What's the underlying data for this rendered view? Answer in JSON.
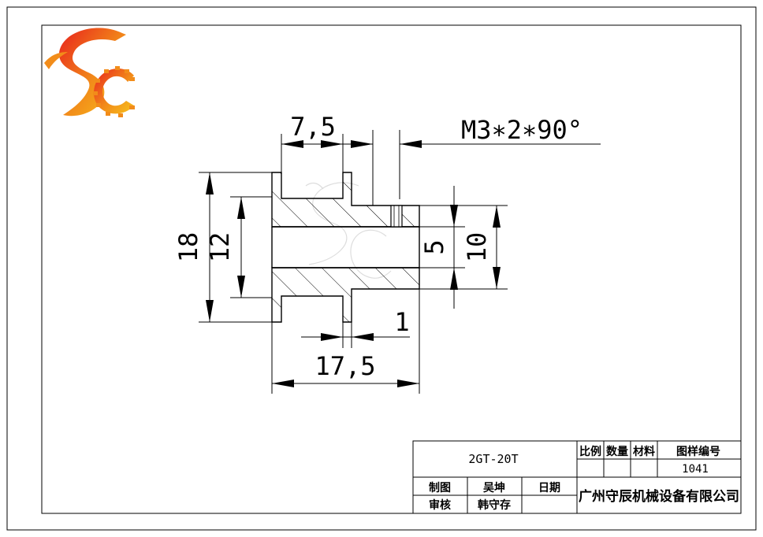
{
  "drawing": {
    "dimensions": {
      "flange_width": "7,5",
      "set_screw": "M3∗2∗90°",
      "outer_diameter": "18",
      "hub_diameter": "12",
      "bore_diameter": "5",
      "hub_bore_diameter": "10",
      "flange_thickness": "1",
      "total_length": "17,5"
    }
  },
  "title_block": {
    "part_name": "2GT-20T",
    "scale_label": "比例",
    "quantity_label": "数量",
    "material_label": "材料",
    "drawing_number_label": "图样编号",
    "drawing_number": "1041",
    "drawn_by_label": "制图",
    "drawn_by": "吴坤",
    "date_label": "日期",
    "checked_by_label": "审核",
    "checked_by": "韩守存",
    "company": "广州守辰机械设备有限公司"
  },
  "logo": {
    "letters": "SC",
    "colors": [
      "#e8201c",
      "#f28c1a",
      "#f7c21c"
    ]
  }
}
